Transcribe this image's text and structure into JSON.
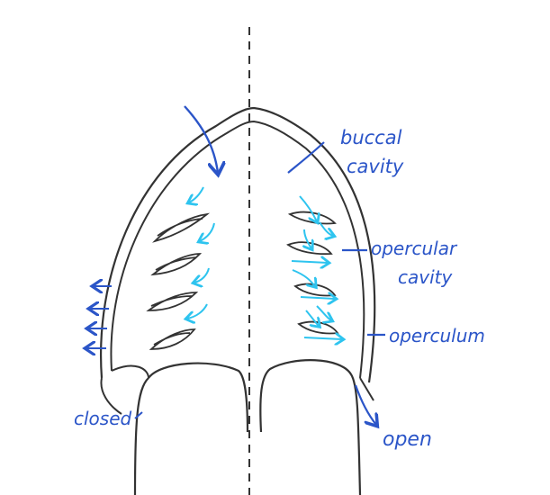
{
  "labels": {
    "buccal": "buccal",
    "cavity": "cavity",
    "opercular": "opercular",
    "opercular_cavity": "cavity",
    "operculum": "operculum",
    "closed": "closed",
    "open": "open"
  },
  "colors": {
    "outline": "#333333",
    "water_flow": "#2b55c8",
    "gill_flow": "#2ec4ef",
    "label": "#2b55c8",
    "background": "#ffffff"
  }
}
